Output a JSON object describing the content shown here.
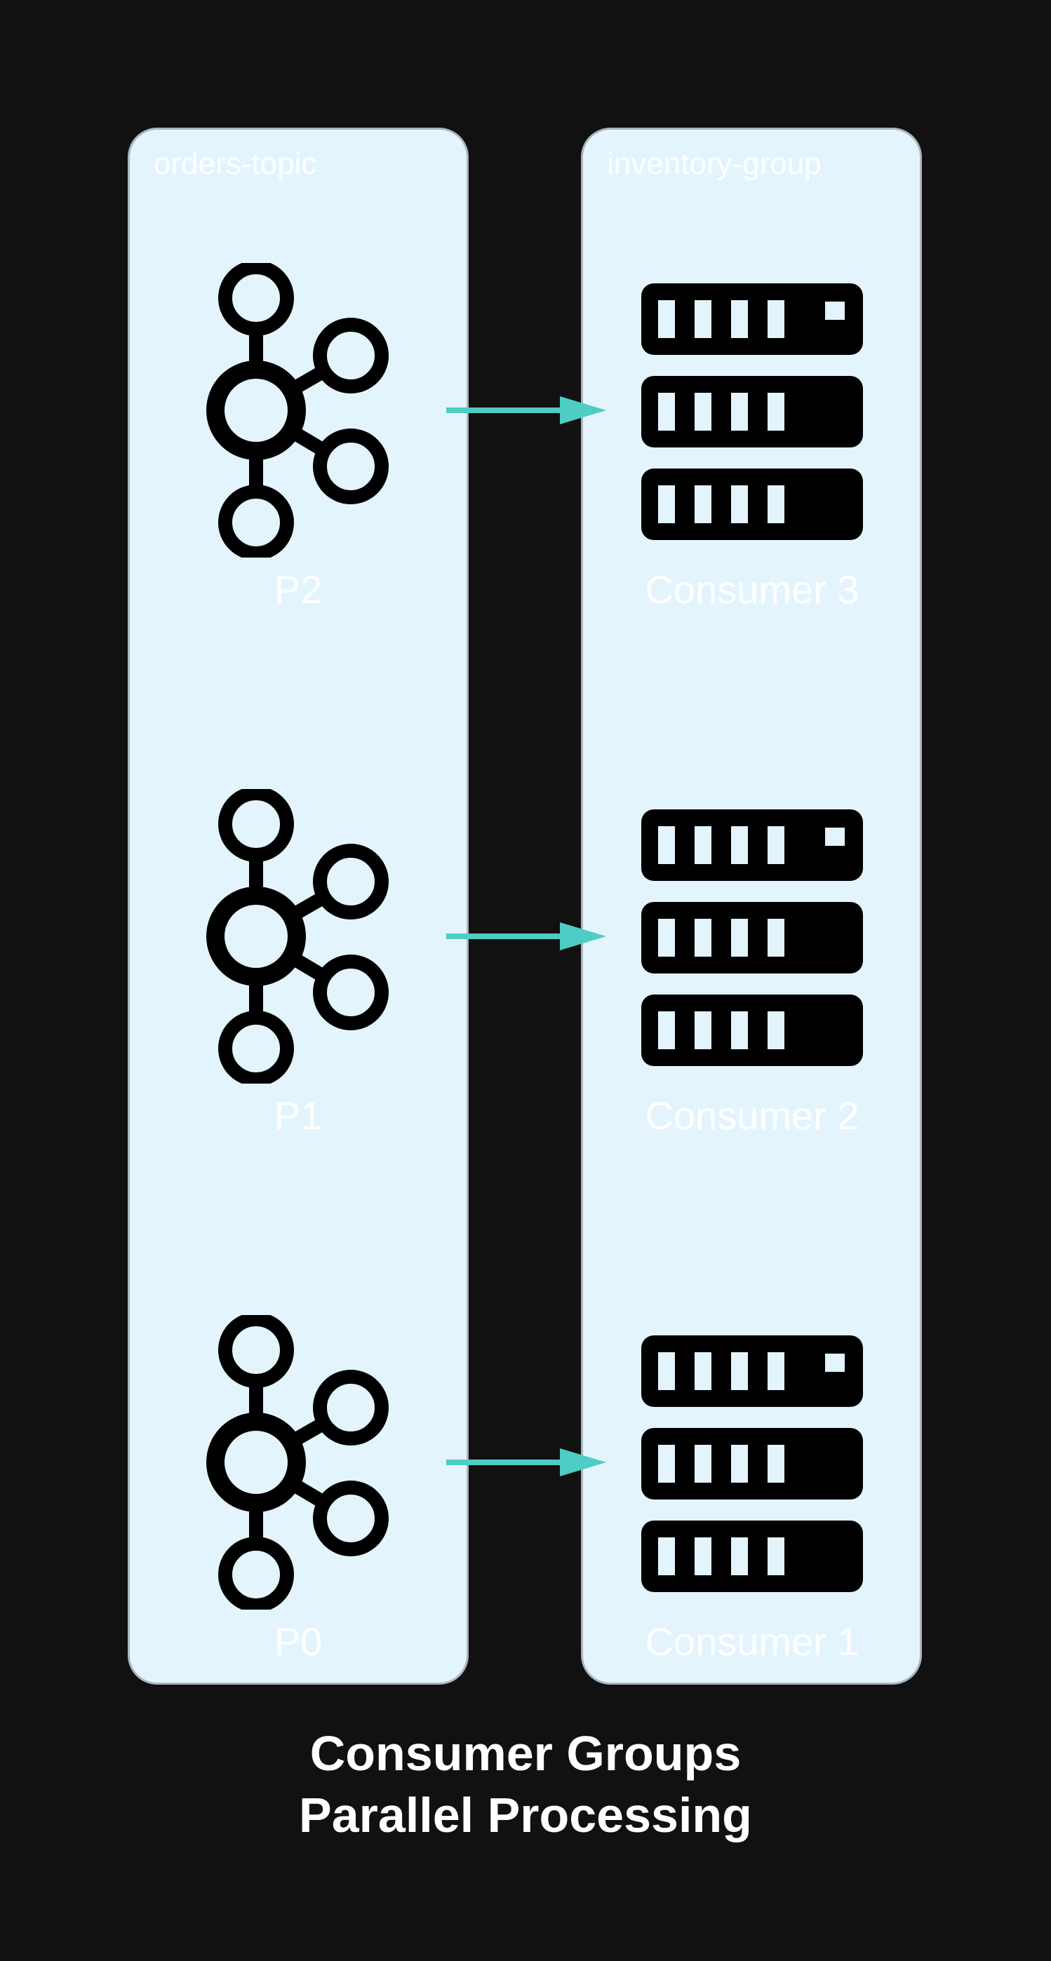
{
  "diagram": {
    "title_line1": "Consumer Groups",
    "title_line2": "Parallel Processing",
    "colors": {
      "background": "#111111",
      "cluster_fill": "#e3f4fd",
      "cluster_border": "#a9b6bf",
      "edge": "#4ecdc4",
      "icon": "#000000",
      "text": "#ffffff"
    }
  },
  "clusters": {
    "topic": {
      "label": "orders-topic"
    },
    "group": {
      "label": "inventory-group"
    }
  },
  "partitions": [
    {
      "label": "P2",
      "icon": "kafka-icon"
    },
    {
      "label": "P1",
      "icon": "kafka-icon"
    },
    {
      "label": "P0",
      "icon": "kafka-icon"
    }
  ],
  "consumers": [
    {
      "label": "Consumer 3",
      "icon": "server-rack-icon"
    },
    {
      "label": "Consumer 2",
      "icon": "server-rack-icon"
    },
    {
      "label": "Consumer 1",
      "icon": "server-rack-icon"
    }
  ],
  "edges": [
    {
      "from": "P2",
      "to": "Consumer 3"
    },
    {
      "from": "P1",
      "to": "Consumer 2"
    },
    {
      "from": "P0",
      "to": "Consumer 1"
    }
  ]
}
